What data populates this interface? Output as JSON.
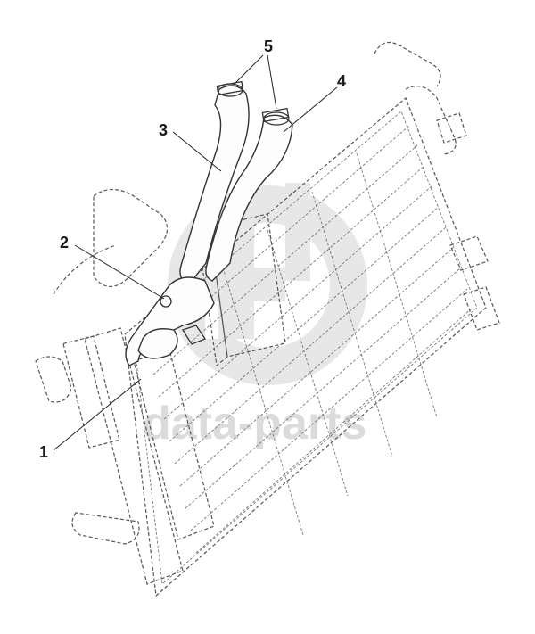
{
  "callouts": {
    "c1": "1",
    "c2": "2",
    "c3": "3",
    "c4": "4",
    "c5": "5"
  },
  "watermark": {
    "text": "data-parts",
    "color": "#c8c8c8"
  },
  "colors": {
    "line": "#333333",
    "background": "#ffffff"
  }
}
